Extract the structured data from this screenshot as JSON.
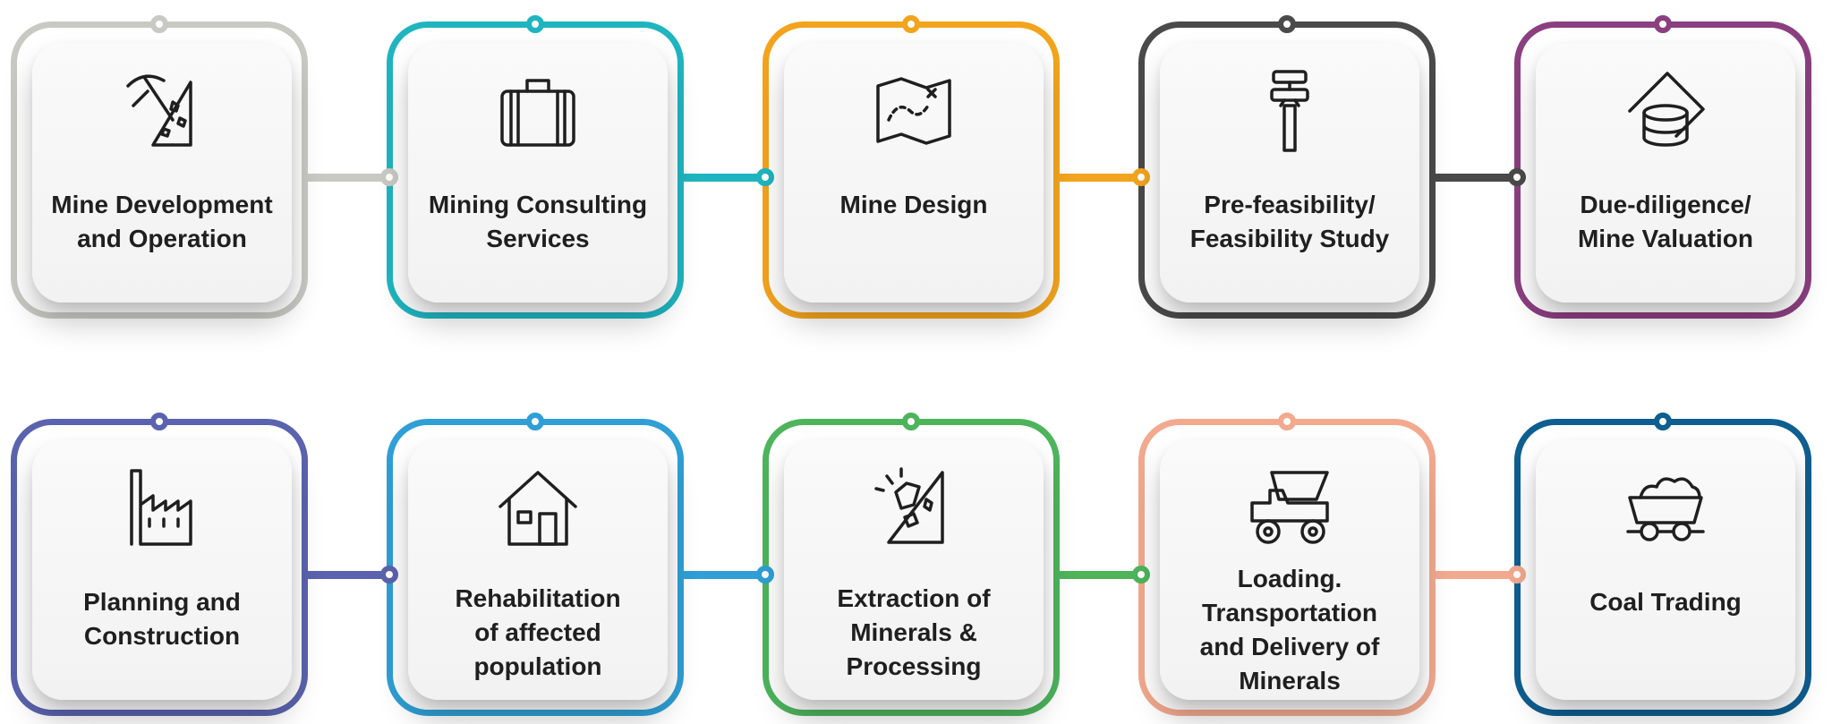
{
  "steps": [
    {
      "label": "Mine Development\nand Operation",
      "color": "#c9c9c4",
      "icon": "pickaxe-rock-icon"
    },
    {
      "label": "Mining Consulting\nServices",
      "color": "#1fb5c0",
      "icon": "briefcase-icon"
    },
    {
      "label": "Mine Design",
      "color": "#f3a41d",
      "icon": "treasure-map-icon"
    },
    {
      "label": "Pre-feasibility/\nFeasibility Study",
      "color": "#4a4a4a",
      "icon": "caliper-icon"
    },
    {
      "label": "Due-diligence/\nMine Valuation",
      "color": "#8b3f80",
      "icon": "database-document-icon"
    },
    {
      "label": "Planning and\nConstruction",
      "color": "#5b63ae",
      "icon": "factory-icon"
    },
    {
      "label": "Rehabilitation\nof affected\npopulation",
      "color": "#2f9fd6",
      "icon": "house-icon"
    },
    {
      "label": "Extraction of\nMinerals &\nProcessing",
      "color": "#4db45c",
      "icon": "mineral-rock-icon"
    },
    {
      "label": "Loading.\nTransportation\nand Delivery of\nMinerals",
      "color": "#f2a98e",
      "icon": "dump-truck-icon"
    },
    {
      "label": "Coal Trading",
      "color": "#0e5e90",
      "icon": "coal-cart-icon"
    }
  ]
}
